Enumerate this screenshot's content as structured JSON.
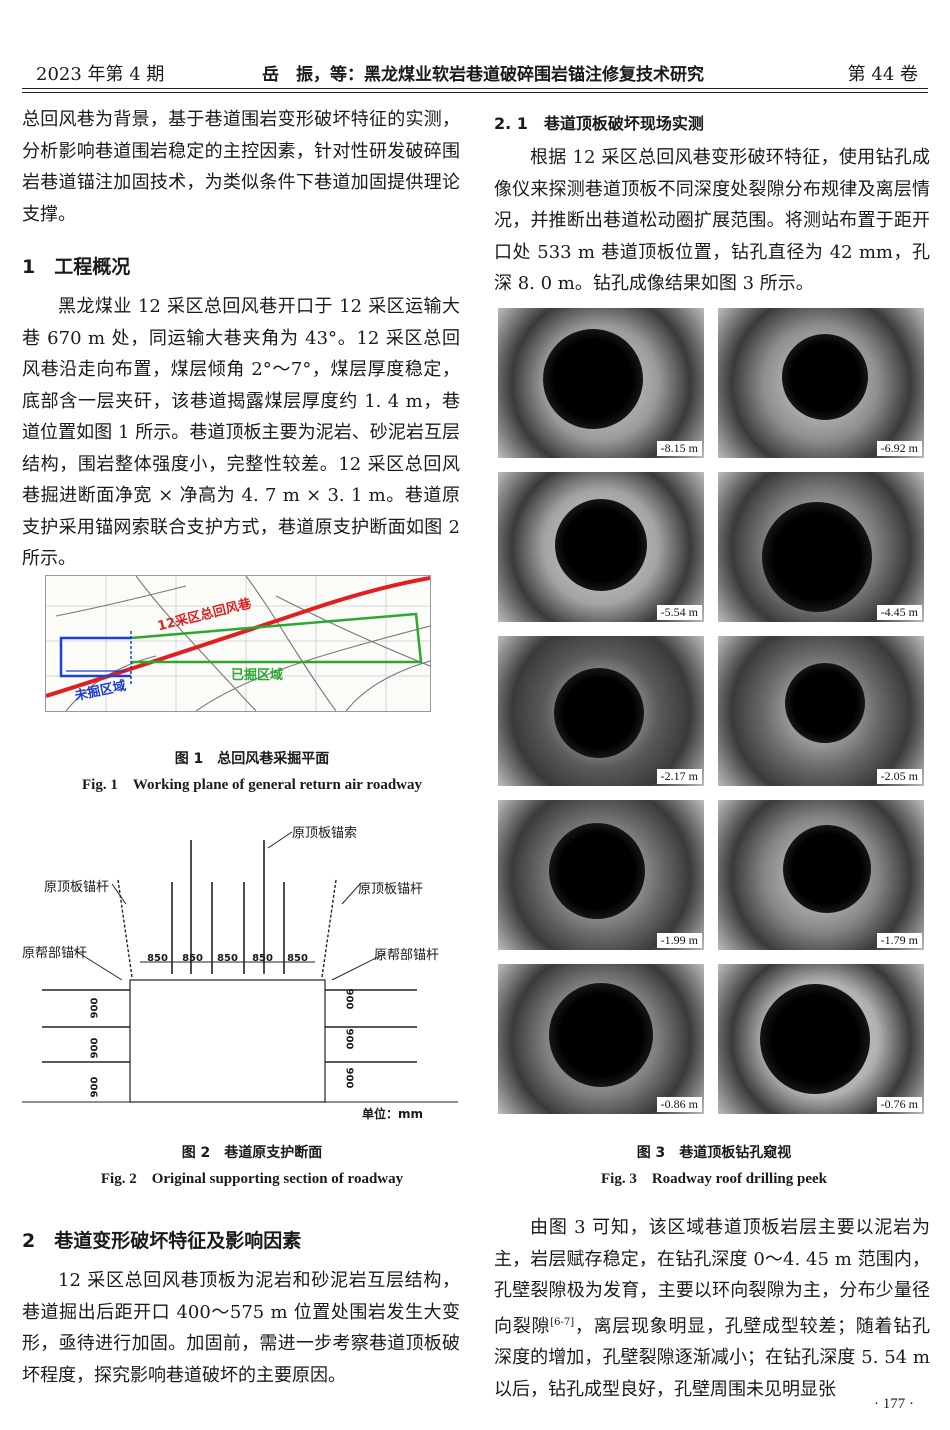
{
  "header": {
    "left": "2023 年第 4 期",
    "center": "岳　振，等：黑龙煤业软岩巷道破碎围岩锚注修复技术研究",
    "right": "第 44 卷"
  },
  "left_col": {
    "intro": "总回风巷为背景，基于巷道围岩变形破坏特征的实测，分析影响巷道围岩稳定的主控因素，针对性研发破碎围岩巷道锚注加固技术，为类似条件下巷道加固提供理论支撑。",
    "section1_title": "1　工程概况",
    "section1_para": "黑龙煤业 12 采区总回风巷开口于 12 采区运输大巷 670 m 处，同运输大巷夹角为 43°。12 采区总回风巷沿走向布置，煤层倾角 2°～7°，煤层厚度稳定，底部含一层夹矸，该巷道揭露煤层厚度约 1. 4 m，巷道位置如图 1 所示。巷道顶板主要为泥岩、砂泥岩互层结构，围岩整体强度小，完整性较差。12 采区总回风巷掘进断面净宽 × 净高为 4. 7 m × 3. 1 m。巷道原支护采用锚网索联合支护方式，巷道原支护断面如图 2 所示。",
    "fig1": {
      "label_roadway": "12采区总回风巷",
      "label_mined": "已掘区域",
      "label_unmined": "未掘区域",
      "caption_cn": "图 1　总回风巷采掘平面",
      "caption_en": "Fig. 1　Working plane of general return air roadway"
    },
    "fig2": {
      "label_cable": "原顶板锚索",
      "label_roof_left": "原顶板锚杆",
      "label_roof_right": "原顶板锚杆",
      "label_rib_left": "原帮部锚杆",
      "label_rib_right": "原帮部锚杆",
      "spacings": [
        "850",
        "850",
        "850",
        "850",
        "850"
      ],
      "rib_spacings": [
        "900",
        "900",
        "900"
      ],
      "unit": "单位：mm",
      "caption_cn": "图 2　巷道原支护断面",
      "caption_en": "Fig. 2　Original supporting section of roadway"
    },
    "section2_title": "2　巷道变形破坏特征及影响因素",
    "section2_para": "12 采区总回风巷顶板为泥岩和砂泥岩互层结构，巷道掘出后距开口 400～575 m 位置处围岩发生大变形，亟待进行加固。加固前，需进一步考察巷道顶板破坏程度，探究影响巷道破坏的主要原因。"
  },
  "right_col": {
    "sub21_title": "2. 1　巷道顶板破坏现场实测",
    "sub21_para": "根据 12 采区总回风巷变形破环特征，使用钻孔成像仪来探测巷道顶板不同深度处裂隙分布规律及离层情况，并推断出巷道松动圈扩展范围。将测站布置于距开口处 533 m 巷道顶板位置，钻孔直径为 42 mm，孔深 8. 0 m。钻孔成像结果如图 3 所示。",
    "fig3": {
      "depths": [
        "-8.15 m",
        "-6.92 m",
        "-5.54 m",
        "-4.45 m",
        "-2.17 m",
        "-2.05 m",
        "-1.99 m",
        "-1.79 m",
        "-0.86 m",
        "-0.76 m"
      ],
      "caption_cn": "图 3　巷道顶板钻孔窥视",
      "caption_en": "Fig. 3　Roadway roof drilling peek"
    },
    "para_a": "由图 3 可知，该区域巷道顶板岩层主要以泥岩为主，岩层赋存稳定，在钻孔深度 0～4. 45 m 范围内，孔壁裂隙极为发育，主要以环向裂隙为主，分布少量径向裂隙",
    "cite": "[6-7]",
    "para_b": "，离层现象明显，孔壁成型较差；随着钻孔深度的增加，孔壁裂隙逐渐减小；在钻孔深度 5. 54 m 以后，钻孔成型良好，孔壁周围未见明显张"
  },
  "page_number": "· 177 ·"
}
